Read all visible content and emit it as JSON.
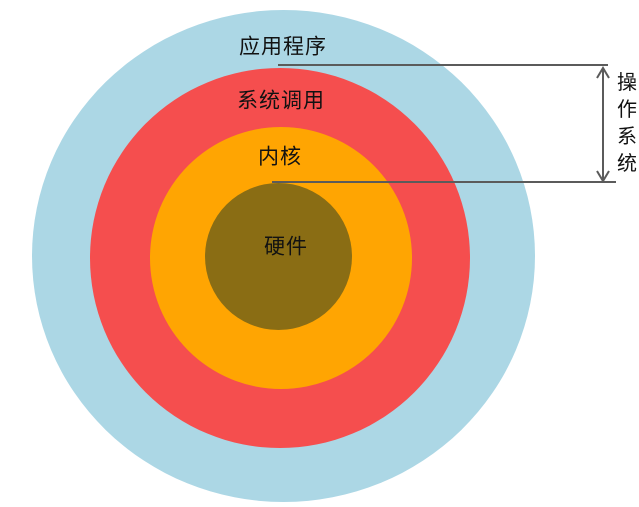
{
  "diagram": {
    "description": "Concentric rings diagram of operating system layers",
    "rings": [
      {
        "id": "applications",
        "label": "应用程序",
        "color": "#ACD7E5"
      },
      {
        "id": "system-calls",
        "label": "系统调用",
        "color": "#F54E4E"
      },
      {
        "id": "kernel",
        "label": "内核",
        "color": "#FFA502"
      },
      {
        "id": "hardware",
        "label": "硬件",
        "color": "#8A6D14"
      }
    ],
    "annotation": {
      "label": "操作系统",
      "line_color": "#5B5B5B",
      "text_color": "#121212",
      "spans_rings": [
        "system-calls",
        "kernel"
      ]
    }
  }
}
